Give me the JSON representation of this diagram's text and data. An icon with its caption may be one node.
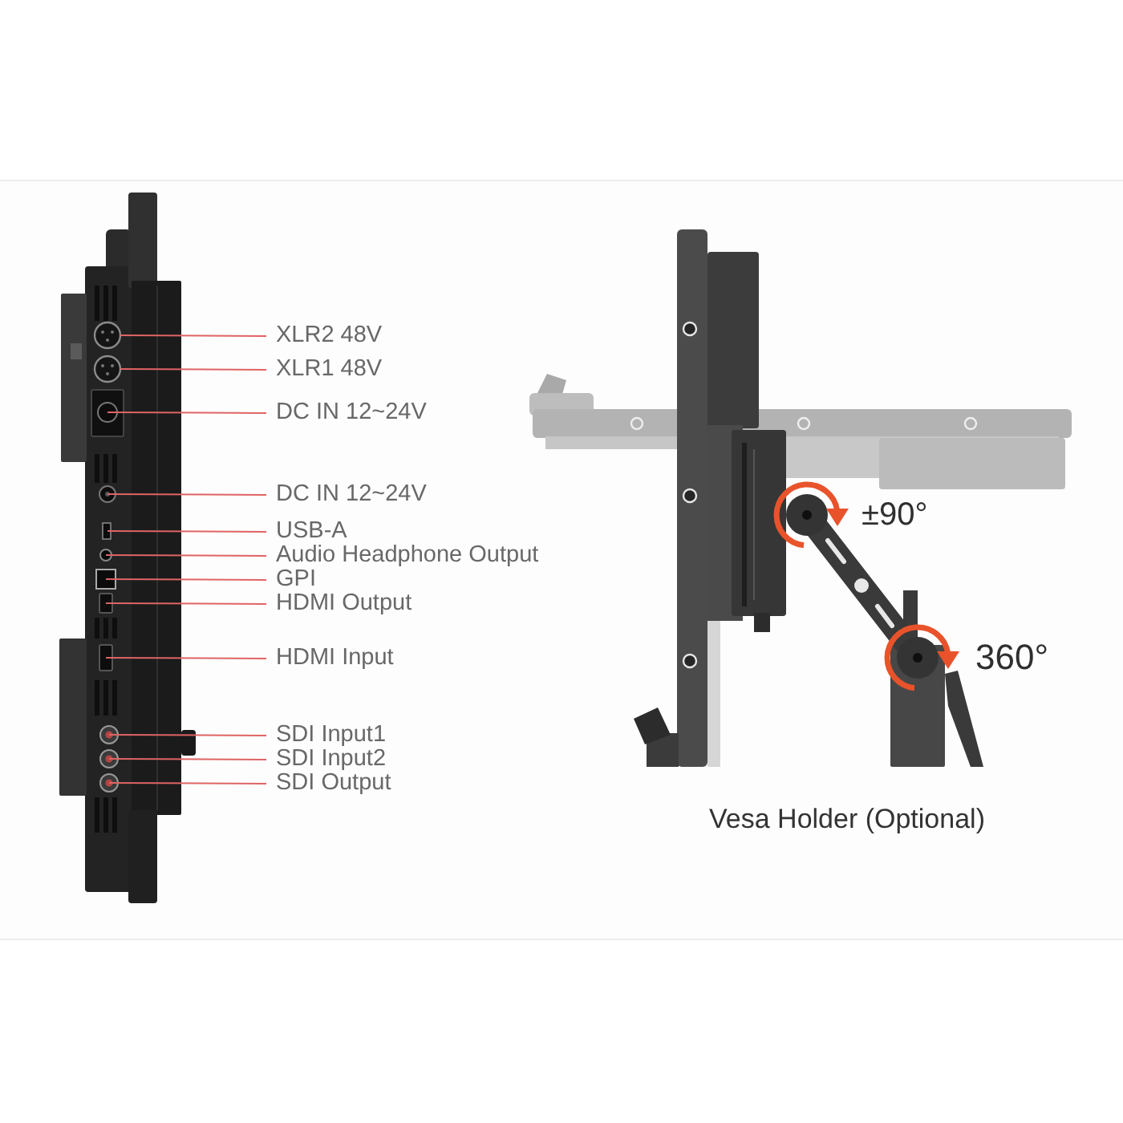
{
  "diagram": {
    "nodes": [
      {
        "text": [
          "XLR2 48V"
        ]
      },
      {
        "text": [
          "XLR1 48V"
        ]
      },
      {
        "text": [
          "DC IN 12~24V"
        ]
      },
      {
        "text": [
          "DC IN 12~24V"
        ]
      },
      {
        "text": [
          "USB-A"
        ]
      },
      {
        "text": [
          "Audio Headphone Output"
        ]
      },
      {
        "text": [
          "GPI"
        ]
      },
      {
        "text": [
          "HDMI Output"
        ]
      },
      {
        "text": [
          "HDMI Input"
        ]
      },
      {
        "text": [
          "SDI Input1"
        ]
      },
      {
        "text": [
          "SDI Input2"
        ]
      },
      {
        "text": [
          "SDI Output"
        ]
      }
    ],
    "edges": [
      {
        "from": 0,
        "to": null,
        "arrow": "none"
      },
      {
        "from": 1,
        "to": null,
        "arrow": "none"
      },
      {
        "from": 2,
        "to": null,
        "arrow": "none"
      },
      {
        "from": 3,
        "to": null,
        "arrow": "none"
      },
      {
        "from": 4,
        "to": null,
        "arrow": "none"
      },
      {
        "from": 5,
        "to": null,
        "arrow": "none"
      },
      {
        "from": 6,
        "to": null,
        "arrow": "none"
      },
      {
        "from": 7,
        "to": null,
        "arrow": "none"
      },
      {
        "from": 8,
        "to": null,
        "arrow": "none"
      },
      {
        "from": 9,
        "to": null,
        "arrow": "none"
      },
      {
        "from": 10,
        "to": null,
        "arrow": "none"
      },
      {
        "from": 11,
        "to": null,
        "arrow": "none"
      }
    ],
    "labels": [
      "±90°",
      "360°",
      "Vesa Holder (Optional)"
    ]
  }
}
